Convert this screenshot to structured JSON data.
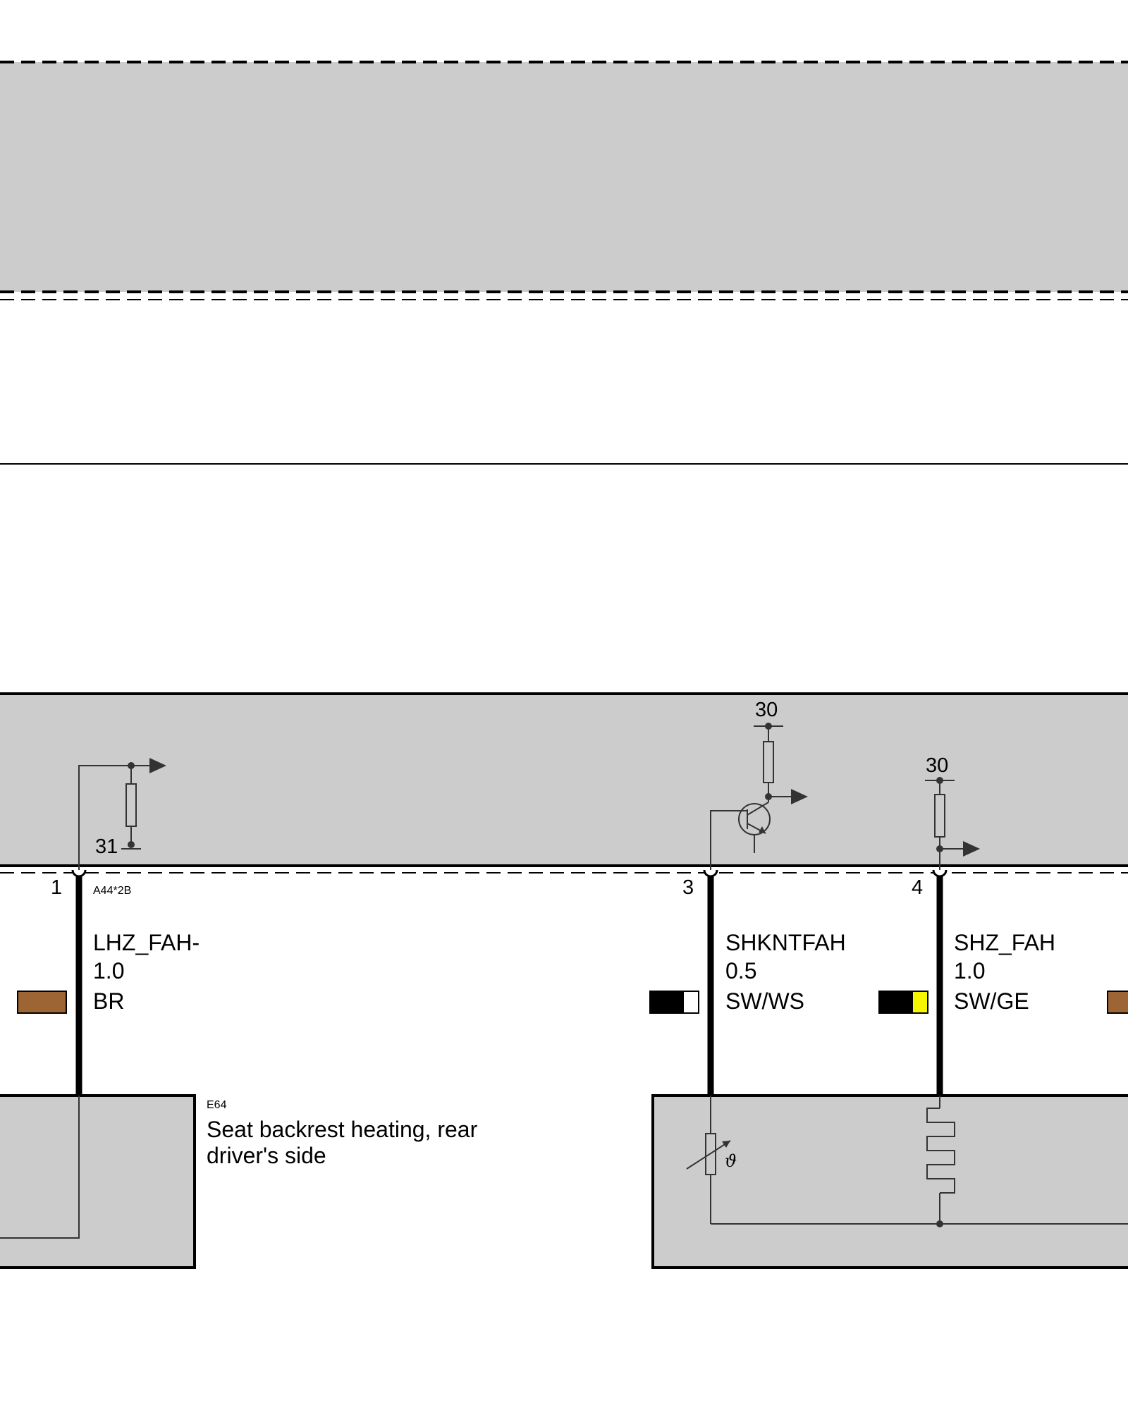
{
  "colors": {
    "module_fill": "#cccccc",
    "wire": "#000000",
    "brown": "#9d6534",
    "yellow": "#f6f600",
    "black": "#000000",
    "white": "#ffffff"
  },
  "connector": {
    "id": "A44*2B"
  },
  "terminals": {
    "t31": "31",
    "t30_a": "30",
    "t30_b": "30"
  },
  "pins": [
    {
      "number": "1",
      "signal": "LHZ_FAH-",
      "gauge": "1.0",
      "color_code": "BR",
      "swatch": [
        "#9d6534"
      ]
    },
    {
      "number": "3",
      "signal": "SHKNTFAH",
      "gauge": "0.5",
      "color_code": "SW/WS",
      "swatch": [
        "#000000",
        "#ffffff"
      ]
    },
    {
      "number": "4",
      "signal": "SHZ_FAH",
      "gauge": "1.0",
      "color_code": "SW/GE",
      "swatch": [
        "#000000",
        "#f6f600"
      ]
    }
  ],
  "component": {
    "id": "E64",
    "name_line1": "Seat backrest heating, rear",
    "name_line2": "driver's side"
  },
  "symbols": {
    "theta": "ϑ"
  }
}
